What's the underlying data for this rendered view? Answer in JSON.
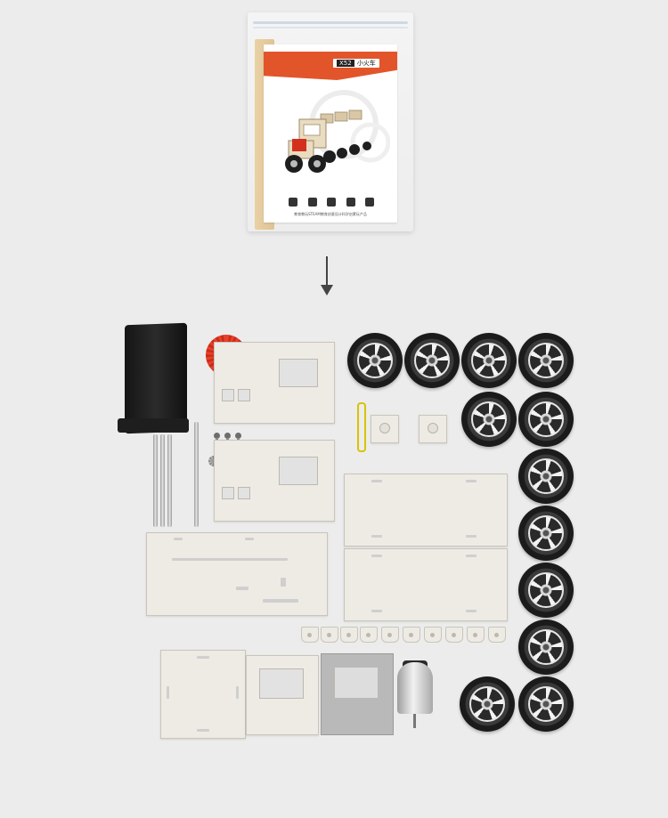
{
  "package": {
    "model_code": "X52",
    "product_name": "小火车",
    "footer_text": "教育教玩STEAM教育创意设计科学启蒙玩产品"
  },
  "colors": {
    "background": "#ececec",
    "accent_orange": "#e2552a",
    "wood": "#eeebe4",
    "gear_red": "#e8402a"
  },
  "icons": [
    "arrow-down-icon",
    "wheel-icon",
    "gear-icon",
    "battery-box-icon",
    "motor-icon"
  ]
}
